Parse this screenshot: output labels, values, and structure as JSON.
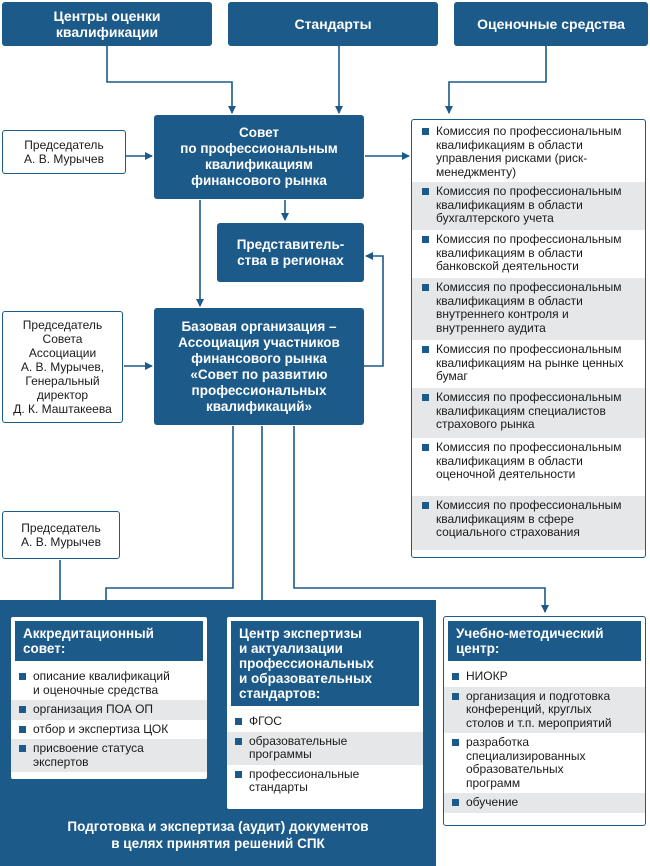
{
  "top_boxes": {
    "centers": "Центры оценки\nквалификации",
    "standards": "Стандарты",
    "tools": "Оценочные средства"
  },
  "council": "Совет\nпо профессиональным\nквалификациям\nфинансового рынка",
  "regions": "Представитель-\nства в регионах",
  "base_org": "Базовая организация –\nАссоциация участников\nфинансового рынка\n«Совет по развитию\nпрофессиональных\nквалификаций»",
  "chair_top": "Председатель\nА. В. Мурычев",
  "chair_mid": "Председатель\nСовета\nАссоциации\nА. В. Мурычев,\nГенеральный\nдиректор\nД. К. Маштакеева",
  "chair_bottom": "Председатель\nА. В. Мурычев",
  "commissions": [
    "Комиссия по профессиональным квалификациям в области управления рисками (риск-менеджменту)",
    "Комиссия по профессиональным квалификациям в области бухгалтерского учета",
    "Комиссия по профессиональным квалификациям в области банковской деятельности",
    "Комиссия по профессиональным квалификациям в области внутреннего контроля и внутреннего аудита",
    "Комиссия по профессиональным квалификациям на рынке ценных бумаг",
    "Комиссия по профессиональным квалификациям специалистов страхового рынка",
    "Комиссия по профессиональным квалификациям в области оценочной деятельности",
    "Комиссия по профессиональным квалификациям в сфере социального страхования"
  ],
  "accreditation": {
    "title": "Аккредитационный\nсовет:",
    "items": [
      "описание квалификаций\nи оценочные средства",
      "организация ПОА ОП",
      "отбор и экспертиза ЦОК",
      "присвоение статуса\nэкспертов"
    ]
  },
  "expertise_center": {
    "title": "Центр экспертизы\nи актуализации\nпрофессиональных\nи образовательных\nстандартов:",
    "items": [
      "ФГОС",
      "образовательные\nпрограммы",
      "профессиональные\nстандарты"
    ]
  },
  "edu_center": {
    "title": "Учебно-методический\nцентр:",
    "items": [
      "НИОКР",
      "организация и подготовка\nконференций, круглых\nстолов и т.п. мероприятий",
      "разработка\nспециализированных\nобразовательных\nпрограмм",
      "обучение"
    ]
  },
  "bottom_caption": "Подготовка и экспертиза (аудит) документов\nв целях принятия решений СПК",
  "colors": {
    "navy": "#1c5a8a",
    "gray_row": "#e6e7e8"
  }
}
